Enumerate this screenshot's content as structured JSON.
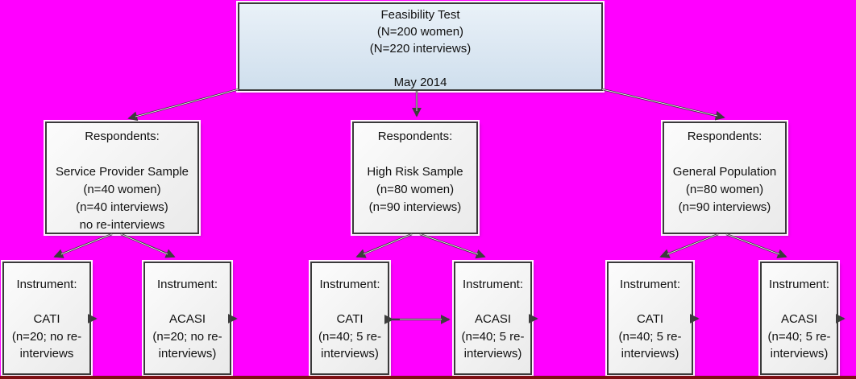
{
  "diagram": {
    "title": "Feasibility Test flowchart",
    "colors": {
      "background": "#ff00ff",
      "root_box_fill_top": "#e9f1f8",
      "root_box_fill_bottom": "#cfdfed",
      "box_fill": "#f1f1f1",
      "box_border": "#3a3a3a",
      "arrow": "#3d3d3d",
      "text": "#111111"
    },
    "root": {
      "text": "Feasibility Test\n(N=200 women)\n(N=220 interviews)\n\nMay 2014"
    },
    "respondents": [
      {
        "text": "Respondents:\n\nService Provider Sample\n(n=40 women)\n(n=40 interviews)\nno re-interviews"
      },
      {
        "text": "Respondents:\n\nHigh Risk Sample\n(n=80 women)\n(n=90 interviews)"
      },
      {
        "text": "Respondents:\n\nGeneral Population\n(n=80 women)\n(n=90 interviews)"
      }
    ],
    "instruments": [
      {
        "text": "Instrument:\n\nCATI\n(n=20; no re-\ninterviews"
      },
      {
        "text": "Instrument:\n\nACASI\n(n=20; no re-\ninterviews)"
      },
      {
        "text": "Instrument:\n\nCATI\n(n=40; 5 re-\ninterviews)"
      },
      {
        "text": "Instrument:\n\nACASI\n(n=40; 5 re-\ninterviews)"
      },
      {
        "text": "Instrument:\n\nCATI\n(n=40; 5 re-\ninterviews)"
      },
      {
        "text": "Instrument:\n\nACASI\n(n=40; 5 re-\ninterviews)"
      }
    ]
  }
}
